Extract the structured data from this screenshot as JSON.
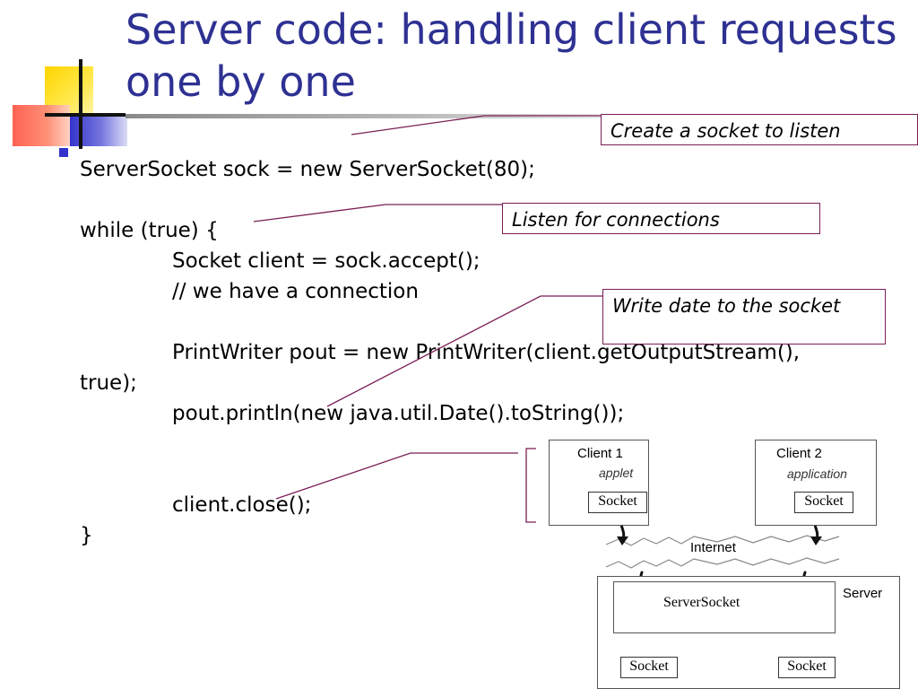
{
  "slide": {
    "title_line1": "Server code: handling client requests",
    "title_line2": "one by one"
  },
  "code": {
    "line1": "ServerSocket sock = new ServerSocket(80);",
    "line2": "while (true) {",
    "line3": "Socket client = sock.accept();",
    "line4": "// we have a connection",
    "line5": "PrintWriter pout = new PrintWriter(client.getOutputStream(),",
    "line6": "true);",
    "line7": "pout.println(new java.util.Date().toString());",
    "line8": "client.close();",
    "line9": "}"
  },
  "callouts": {
    "listen_socket": "Create a socket to listen",
    "listen_connections": "Listen for connections",
    "write_date": "Write date to the socket"
  },
  "diagram": {
    "client1_title": "Client 1",
    "client1_type": "applet",
    "client2_title": "Client 2",
    "client2_type": "application",
    "socket_label": "Socket",
    "internet_label": "Internet",
    "serversocket_label": "ServerSocket",
    "server_label": "Server"
  },
  "colors": {
    "title": "#2e3192",
    "callout_border": "#7a1f56",
    "bullet": "#3333cc"
  }
}
